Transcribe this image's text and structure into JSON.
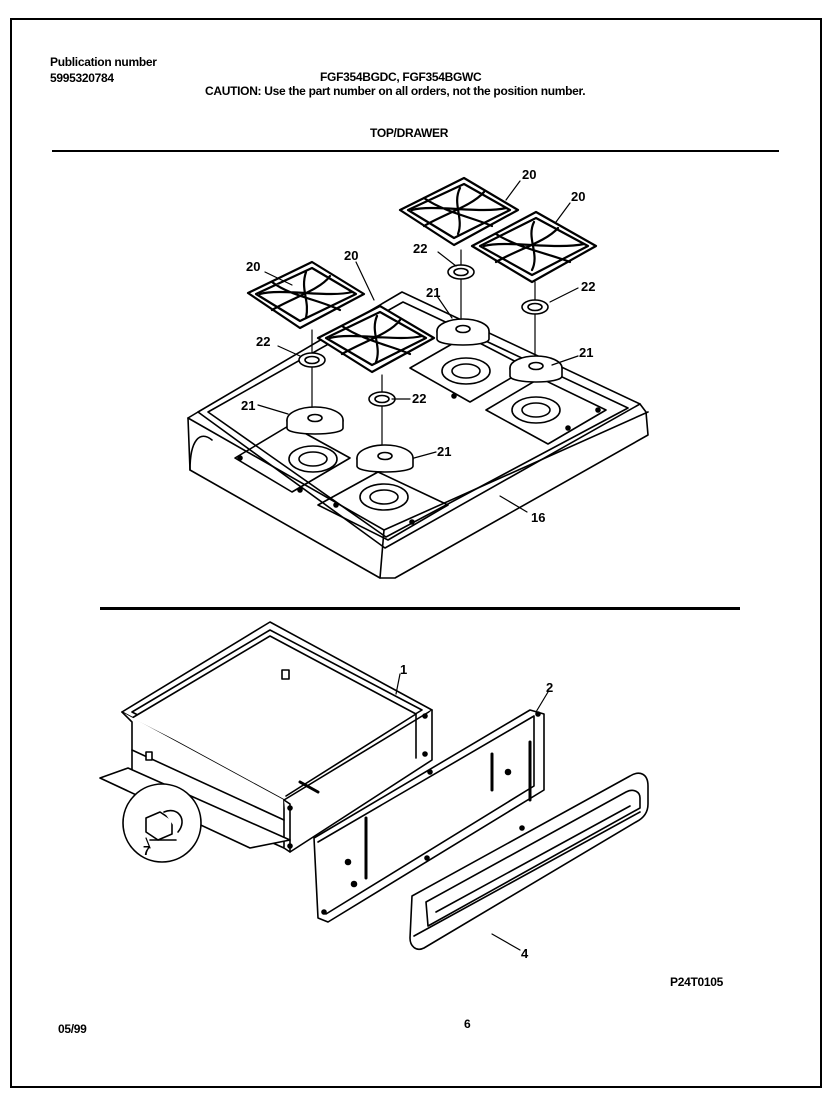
{
  "header": {
    "publication_label": "Publication number",
    "publication_number": "5995320784",
    "models": "FGF354BGDC, FGF354BGWC",
    "caution": "CAUTION:  Use the part number on all orders, not the position number.",
    "section_title": "TOP/DRAWER"
  },
  "callouts": {
    "grate": "20",
    "burner_head": "21",
    "burner_cap": "22",
    "cooktop": "16",
    "drawer_body": "1",
    "drawer_front_panel": "2",
    "drawer_handle_panel": "4",
    "drawer_roller": "7"
  },
  "footer": {
    "figure_code": "P24T0105",
    "date": "05/99",
    "page": "6"
  }
}
